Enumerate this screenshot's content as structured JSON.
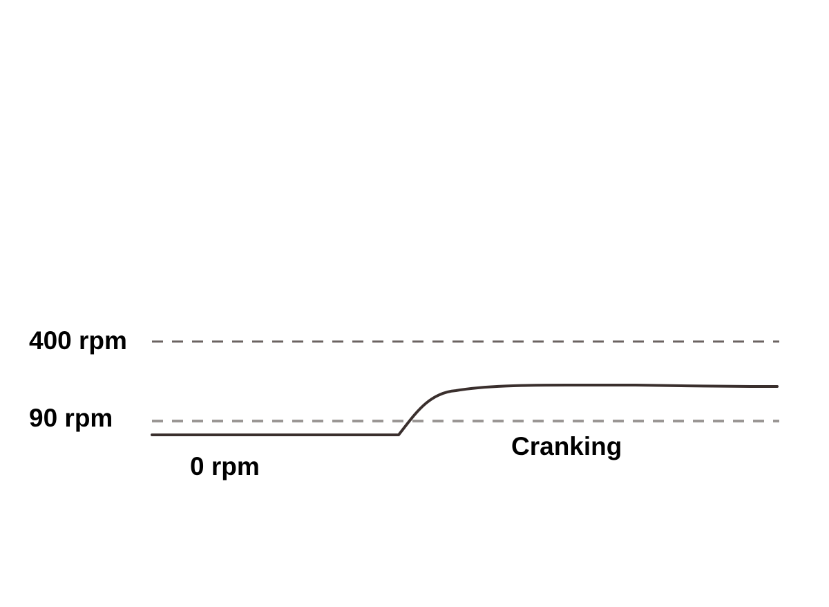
{
  "labels": {
    "high_threshold": "400 rpm",
    "low_threshold": "90 rpm",
    "baseline": "0 rpm",
    "phase": "Cranking"
  },
  "colors": {
    "curve": "#3a2f2d",
    "high_threshold_line": "#6b6361",
    "low_threshold_line": "#9a9694",
    "text": "#000000",
    "background": "#ffffff"
  }
}
